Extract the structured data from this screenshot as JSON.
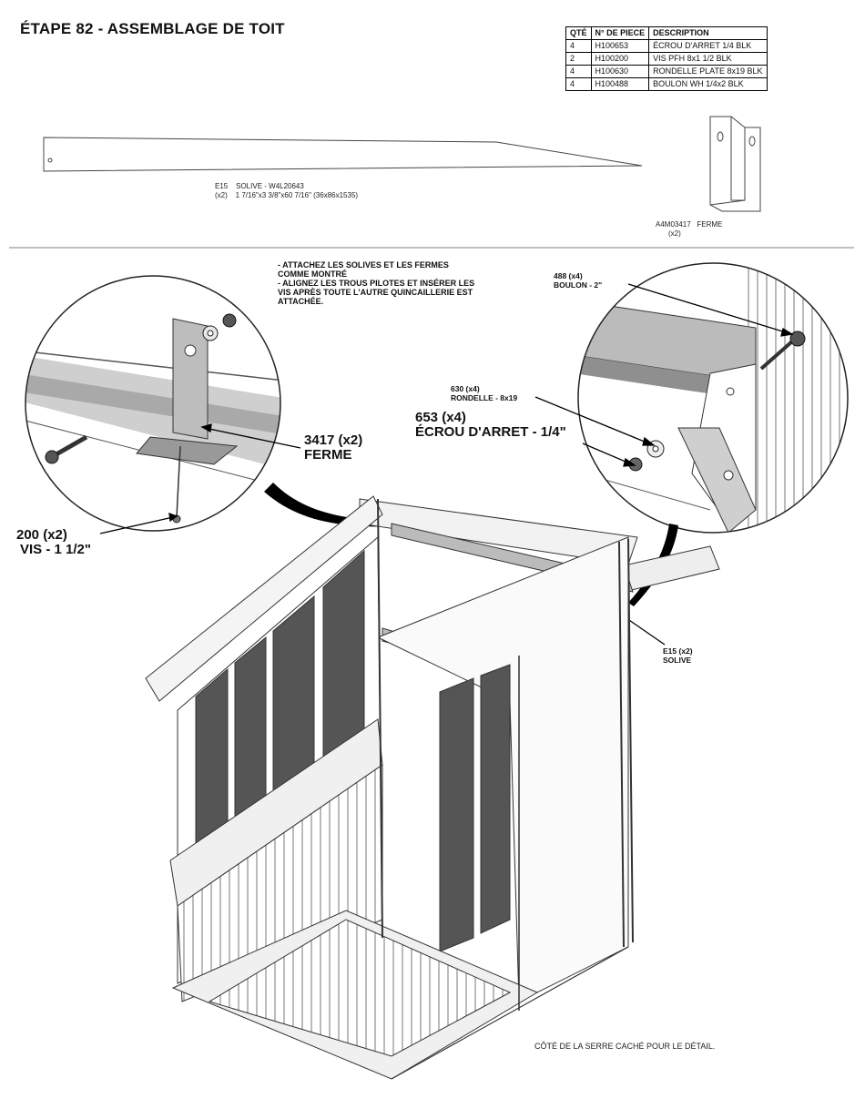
{
  "title": "ÉTAPE 82 - ASSEMBLAGE DE TOIT",
  "parts_table": {
    "headers": [
      "QTÉ",
      "N° DE PIECE",
      "DESCRIPTION"
    ],
    "rows": [
      {
        "qty": "4",
        "part": "H100653",
        "desc": "ÉCROU D'ARRET 1/4 BLK"
      },
      {
        "qty": "2",
        "part": "H100200",
        "desc": "VIS PFH 8x1 1/2 BLK"
      },
      {
        "qty": "4",
        "part": "H100630",
        "desc": "RONDELLE PLATE 8x19 BLK"
      },
      {
        "qty": "4",
        "part": "H100488",
        "desc": "BOULON WH 1/4x2 BLK"
      }
    ]
  },
  "components": {
    "joist_line1": "E15    SOLIVE - W4L20643",
    "joist_line2": "(x2)    1 7/16\"x3 3/8\"x60 7/16\" (36x86x1535)",
    "truss_code": "A4M03417",
    "truss_name": "FERME",
    "truss_qty": "(x2)"
  },
  "instructions": {
    "line1": "- ATTACHEZ LES SOLIVES ET LES FERMES",
    "line2": "COMME MONTRÉ",
    "line3": "- ALIGNEZ LES TROUS PILOTES ET INSÉRER LES",
    "line4": "VIS APRÈS TOUTE L'AUTRE QUINCAILLERIE EST",
    "line5": "ATTACHÉE."
  },
  "callouts": {
    "ferme_qty": "3417 (x2)",
    "ferme_name": "FERME",
    "vis_qty": "200 (x2)",
    "vis_name": "VIS - 1 1/2\"",
    "boulon_qty": "488 (x4)",
    "boulon_name": "BOULON - 2\"",
    "rondelle_qty": "630 (x4)",
    "rondelle_name": "RONDELLE - 8x19",
    "ecrou_qty": "653 (x4)",
    "ecrou_name": "ÉCROU D'ARRET - 1/4\"",
    "solive_qty": "E15 (x2)",
    "solive_name": "SOLIVE"
  },
  "footer_note": "CÔTÉ DE LA SERRE CACHÉ POUR LE DÉTAIL."
}
